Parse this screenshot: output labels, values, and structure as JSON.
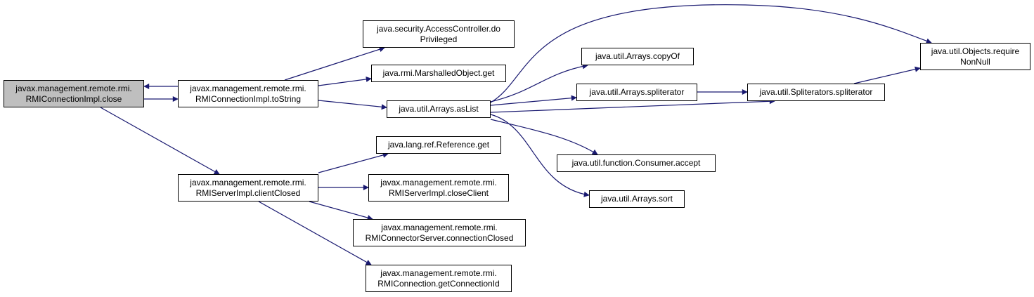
{
  "colors": {
    "edge": "#191970",
    "focus_fill": "#bfbfbf",
    "node_fill": "#ffffff",
    "node_border": "#000000"
  },
  "nodes": {
    "close": {
      "line1": "javax.management.remote.rmi.",
      "line2": "RMIConnectionImpl.close"
    },
    "toString": {
      "line1": "javax.management.remote.rmi.",
      "line2": "RMIConnectionImpl.toString"
    },
    "clientClosed": {
      "line1": "javax.management.remote.rmi.",
      "line2": "RMIServerImpl.clientClosed"
    },
    "doPrivileged": {
      "line1": "java.security.AccessController.do",
      "line2": "Privileged"
    },
    "marshalledGet": {
      "line1": "java.rmi.MarshalledObject.get"
    },
    "asList": {
      "line1": "java.util.Arrays.asList"
    },
    "referenceGet": {
      "line1": "java.lang.ref.Reference.get"
    },
    "closeClient": {
      "line1": "javax.management.remote.rmi.",
      "line2": "RMIServerImpl.closeClient"
    },
    "connectionClosed": {
      "line1": "javax.management.remote.rmi.",
      "line2": "RMIConnectorServer.connectionClosed"
    },
    "getConnectionId": {
      "line1": "javax.management.remote.rmi.",
      "line2": "RMIConnection.getConnectionId"
    },
    "copyOf": {
      "line1": "java.util.Arrays.copyOf"
    },
    "arraysSpliterator": {
      "line1": "java.util.Arrays.spliterator"
    },
    "consumerAccept": {
      "line1": "java.util.function.Consumer.accept"
    },
    "arraysSort": {
      "line1": "java.util.Arrays.sort"
    },
    "requireNonNull": {
      "line1": "java.util.Objects.require",
      "line2": "NonNull"
    },
    "splitSpliterator": {
      "line1": "java.util.Spliterators.spliterator"
    }
  }
}
